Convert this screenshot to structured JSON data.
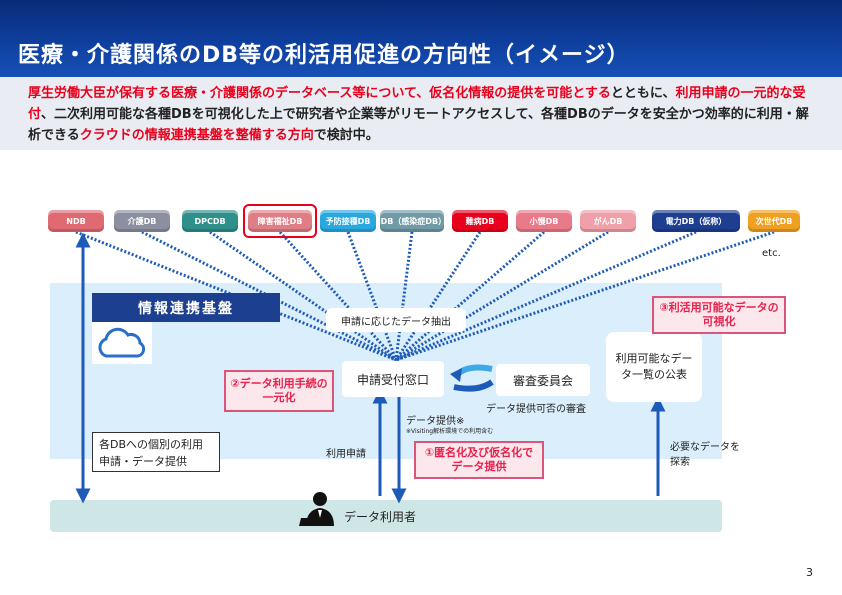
{
  "title": "医療・介護関係のDB等の利活用促進の方向性（イメージ）",
  "summary": {
    "p1": "厚生労働大臣が保有する医療・介護関係のデータベース等について、仮名化情報の提供を可能とする",
    "p2": "とともに、",
    "p3": "利用申請の一元的な受付",
    "p4": "、二次利用可能な各種DBを可視化した上で研究者や企業等がリモートアクセスして、各種DBのデータを安全かつ効率的に利用・解析できる",
    "p5": "クラウドの情報連携基盤を整備する方向",
    "p6": "で検討中。"
  },
  "databases": [
    {
      "label": "NDB",
      "color": "#e06a72"
    },
    {
      "label": "介護DB",
      "color": "#8b8fa0"
    },
    {
      "label": "DPCDB",
      "color": "#2f8f8b"
    },
    {
      "label": "障害福祉DB",
      "color": "#e07e86",
      "highlighted": true
    },
    {
      "label": "予防接種DB",
      "color": "#29a8e0"
    },
    {
      "label": "iDB（感染症DB）",
      "color": "#6f9aa6"
    },
    {
      "label": "難病DB",
      "color": "#e8001c"
    },
    {
      "label": "小慢DB",
      "color": "#e87a8a"
    },
    {
      "label": "がんDB",
      "color": "#f0a0a8"
    },
    {
      "label": "電力DB（仮称）",
      "color": "#1e3f8f"
    },
    {
      "label": "次世代DB",
      "color": "#f0a020"
    }
  ],
  "etc_label": "etc.",
  "platform_label": "情報連携基盤",
  "cloud_icon": "cloud-icon",
  "extract_label": "申請に応じたデータ抽出",
  "reception_label": "申請受付窓口",
  "committee_label": "審査委員会",
  "review_label": "データ提供可否の審査",
  "public_label": "利用可能なデータ一覧の公表",
  "callouts": {
    "unify": "②データ利用手続の一元化",
    "visualize": "③利活用可能なデータの可視化",
    "pseudonym": "①匿名化及び仮名化でデータ提供"
  },
  "left_box_label": "各DBへの個別の利用申請・データ提供",
  "apply_label": "利用申請",
  "provide_label": "データ提供※",
  "provide_note": "※Visiting解析環境での利用含む",
  "search_label": "必要なデータを探索",
  "user_label": "データ利用者",
  "user_icon": "researcher-icon",
  "page_number": "3",
  "colors": {
    "title_bg": "#0e3f9e",
    "accent_red": "#e8001c",
    "line_blue": "#1e5bb8"
  }
}
